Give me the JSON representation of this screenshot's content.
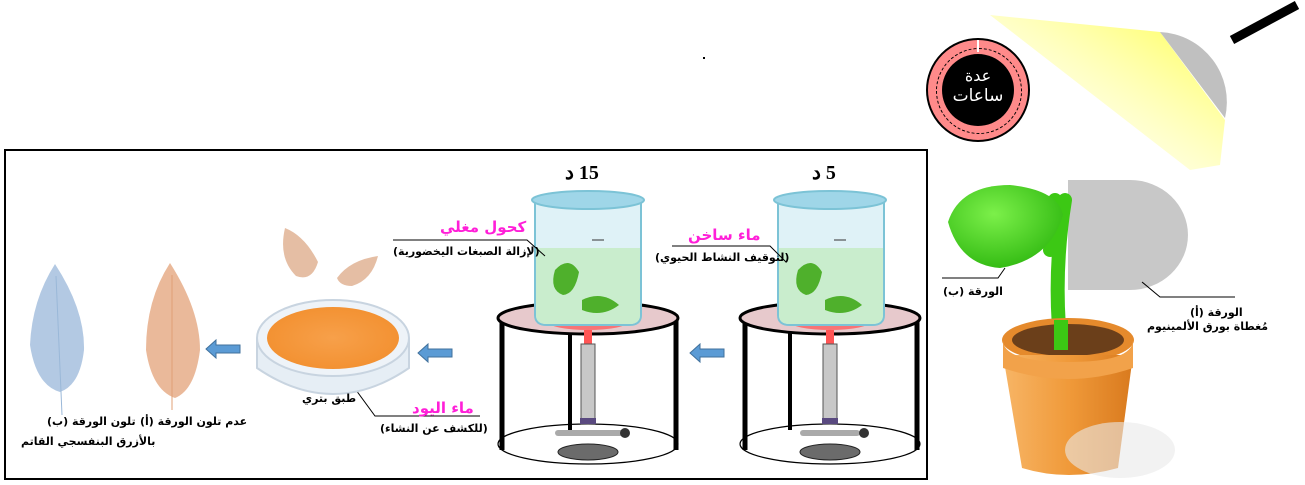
{
  "timer": {
    "line1": "عدة",
    "line2": "ساعات",
    "ring_color": "#ff8a8a",
    "face_color": "#000000"
  },
  "plant_setup": {
    "leaf_b_label": "الورقة (ب)",
    "leaf_a_label": "الورقة (أ)",
    "leaf_a_note": "مُغطاة بورق الألمينيوم",
    "leaf_color": "#3fd41a",
    "foil_color": "#c8c8c8",
    "pot_color": "#f09a3a",
    "light_color": "#ffff33"
  },
  "steps": [
    {
      "time_label": "5 د",
      "reagent": "ماء ساخن",
      "purpose": "(لتوقيف النشاط الحيوي)"
    },
    {
      "time_label": "15 د",
      "reagent": "كحول مغلي",
      "purpose": "(لإزالة الصبغات اليخضورية)"
    },
    {
      "dish_label": "طبق بتري",
      "reagent": "ماء اليود",
      "purpose": "(للكشف عن النشاء)"
    }
  ],
  "results": {
    "leaf_a": "عدم تلون الورقة (أ)",
    "leaf_b_line1": "تلون الورقة (ب)",
    "leaf_b_line2": "بالأزرق البنفسجي القاتم",
    "leaf_a_color": "#e2a47c",
    "leaf_b_color": "#9ab8d8"
  },
  "colors": {
    "arrow": "#5b9bd5",
    "reagent_text": "#ff1fd8",
    "iodine_dish": "#f79a3c",
    "liquid": "#cdf0d0",
    "beaker_water": "#bfe6f0"
  }
}
